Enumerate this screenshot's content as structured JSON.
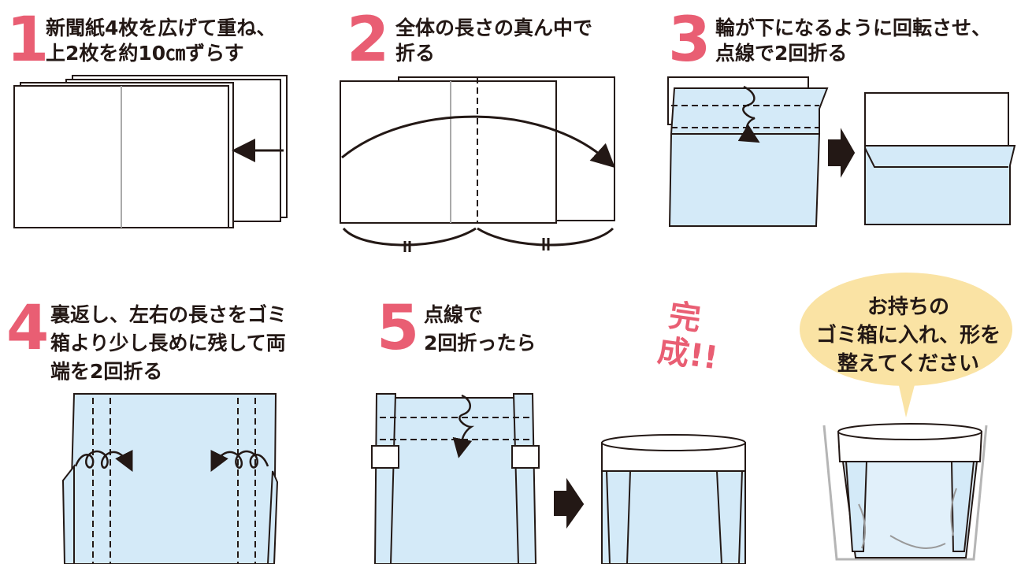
{
  "steps": [
    {
      "number": "1",
      "line1": "新聞紙4枚を広げて重ね、",
      "line2": "上2枚を約10㎝ずらす"
    },
    {
      "number": "2",
      "line1": "全体の長さの真ん中で",
      "line2": "折る"
    },
    {
      "number": "3",
      "line1": "輪が下になるように回転させ、",
      "line2": "点線で2回折る"
    },
    {
      "number": "4",
      "line1": "裏返し、左右の長さをゴミ",
      "line2": "箱より少し長めに残して両",
      "line3": "端を2回折る"
    },
    {
      "number": "5",
      "line1": "点線で",
      "line2": "2回折ったら"
    }
  ],
  "complete_label": "完成!!",
  "bubble": {
    "line1": "お持ちの",
    "line2": "ゴミ箱に入れ、形を",
    "line3": "整えてください"
  },
  "colors": {
    "accent": "#e95e73",
    "paper_blue": "#d4eaf8",
    "bubble": "#fae3a4",
    "line": "#231815"
  }
}
